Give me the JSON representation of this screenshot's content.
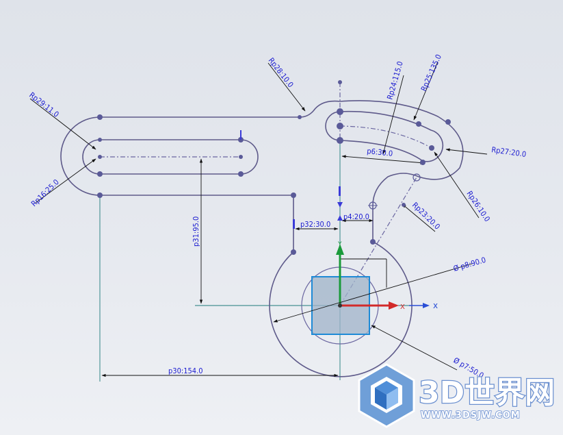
{
  "dimensions": {
    "p28": "Rp28:10.0",
    "p29": "Rp29:11.0",
    "p16": "Rp16:25.0",
    "p24": "Rp24:115.0",
    "p25": "Rp25:135.0",
    "p27": "Rp27:20.0",
    "p6": "p6:30.0",
    "p26": "Rp26:10.0",
    "p23": "Rp23:20.0",
    "p32": "p32:30.0",
    "p4": "p4:20.0",
    "p31": "p31:95.0",
    "p8": "Ø p8:90.0",
    "p7": "Ø p7:50.0",
    "p30": "p30:154.0"
  },
  "triad": {
    "x_label": "X",
    "y_label": "Y",
    "x_axis_label": "x"
  },
  "watermark": {
    "brand": "3D世界网",
    "url": "WWW.3DSJW.COM"
  }
}
